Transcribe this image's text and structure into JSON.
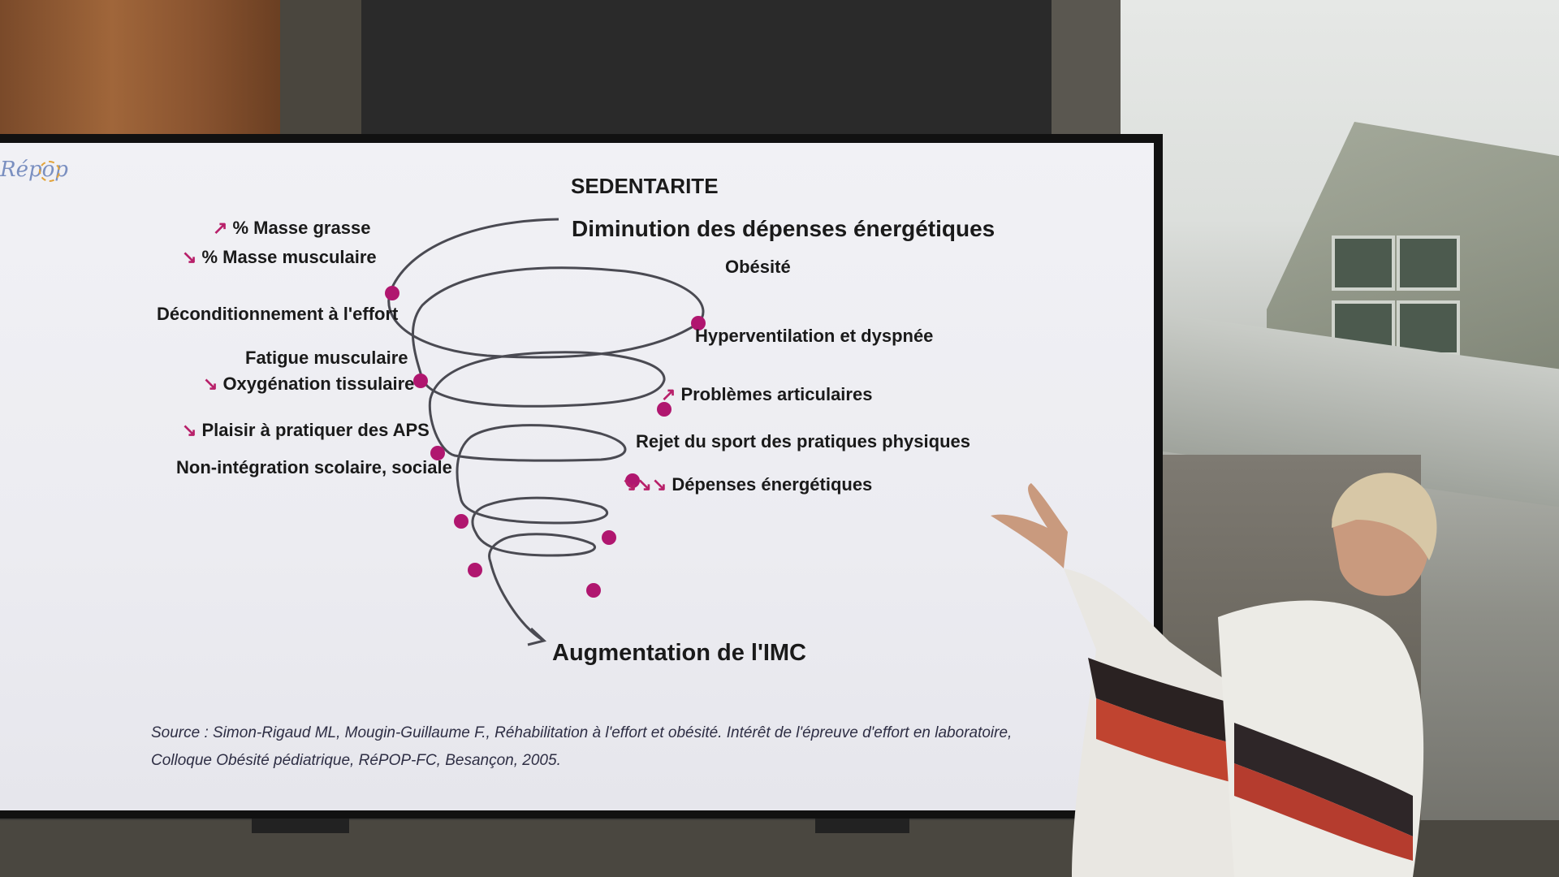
{
  "slide": {
    "logo_text": "Répop",
    "title": "SEDENTARITE",
    "subtitle": "Diminution des dépenses énergétiques",
    "bottom": "Augmentation de l'IMC",
    "left_labels": [
      {
        "arrow": "↗",
        "text": "% Masse grasse"
      },
      {
        "arrow": "↘",
        "text": "% Masse musculaire"
      },
      {
        "arrow": "",
        "text": "Déconditionnement à l'effort"
      },
      {
        "arrow": "",
        "text": "Fatigue musculaire"
      },
      {
        "arrow": "↘",
        "text": "Oxygénation tissulaire"
      },
      {
        "arrow": "↘",
        "text": "Plaisir à pratiquer des APS"
      },
      {
        "arrow": "",
        "text": "Non-intégration scolaire, sociale"
      }
    ],
    "right_labels": [
      {
        "arrow": "",
        "text": "Obésité"
      },
      {
        "arrow": "",
        "text": "Hyperventilation et dyspnée"
      },
      {
        "arrow": "↗",
        "text": "Problèmes articulaires"
      },
      {
        "arrow": "",
        "text": "Rejet du sport des pratiques physiques"
      },
      {
        "arrow": "↘↘↘",
        "text": "Dépenses énergétiques"
      }
    ],
    "source_line1": "Source : Simon-Rigaud ML, Mougin-Guillaume F., Réhabilitation à l'effort et obésité. Intérêt de l'épreuve d'effort en laboratoire,",
    "source_line2": "Colloque Obésité pédiatrique, RéPOP-FC, Besançon, 2005.",
    "dot_color": "#b0166f",
    "spiral_color": "#4a4a52"
  }
}
